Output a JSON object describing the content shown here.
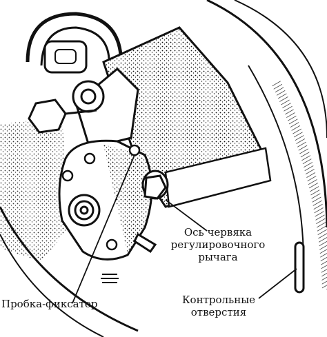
{
  "labels": {
    "worm_axis": [
      "Ось червяка",
      "регулировочного",
      "рычага"
    ],
    "locking_plug": "Пробка-фиксатор",
    "inspection_holes": [
      "Контрольные",
      "отверстия"
    ]
  },
  "colors": {
    "ink": "#111111",
    "paper": "#ffffff"
  }
}
